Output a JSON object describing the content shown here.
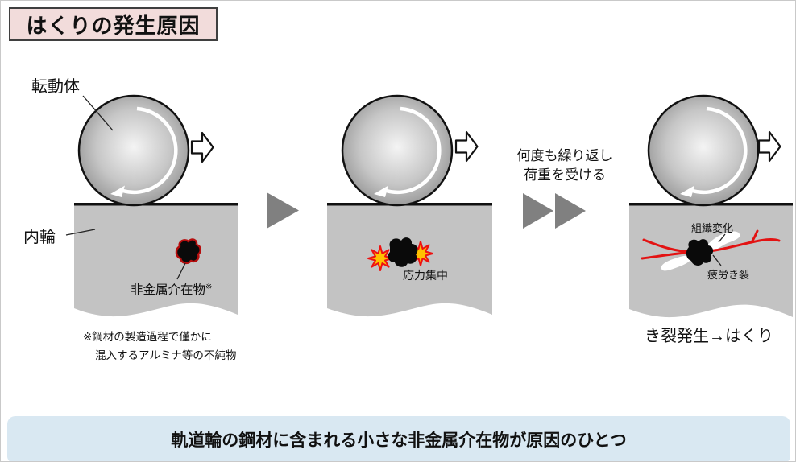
{
  "title": "はくりの発生原因",
  "colors": {
    "title_box_bg": "#f2dcdb",
    "banner_bg": "#d9e8f2",
    "steel_gray": "#c3c3c3",
    "arrow_gray": "#808080",
    "crack_red": "#e31212",
    "burst_yellow": "#ffc000",
    "burst_outline": "#ee1111",
    "inclusion_outline": "#b50d0d"
  },
  "panel1": {
    "rolling_element_label": "転動体",
    "inner_ring_label": "内輪",
    "inclusion_label": "非金属介在物",
    "inclusion_ref_mark": "※",
    "footnote_line1": "※鋼材の製造過程で僅かに",
    "footnote_line2": "混入するアルミナ等の不純物"
  },
  "panel2": {
    "stress_label": "応力集中"
  },
  "transition": {
    "line1": "何度も繰り返し",
    "line2": "荷重を受ける"
  },
  "panel3": {
    "microstructure_label": "組織変化",
    "fatigue_crack_label": "疲労き裂",
    "result_label": "き裂発生→はくり"
  },
  "banner": {
    "text": "軌道輪の鋼材に含まれる小さな非金属介在物が原因のひとつ"
  }
}
